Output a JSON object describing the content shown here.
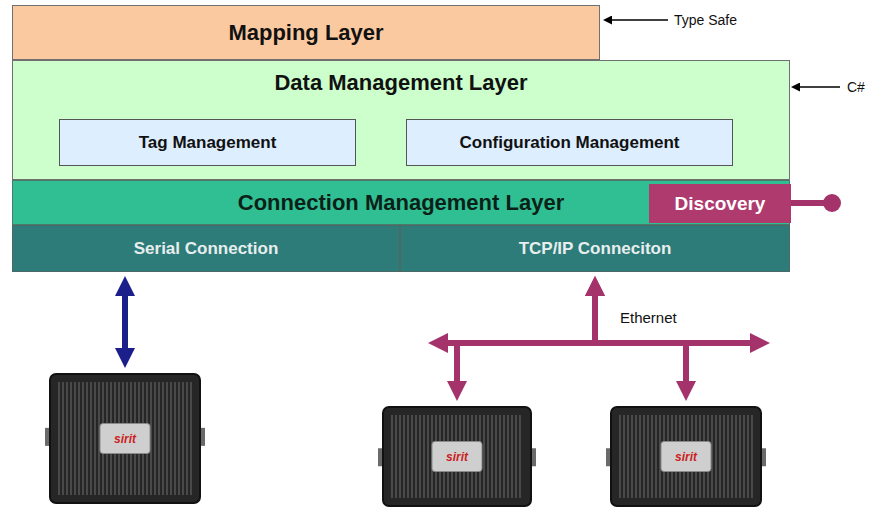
{
  "diagram": {
    "nodes": [
      {
        "text": [
          "Mapping Layer"
        ]
      },
      {
        "text": [
          "Data Management Layer"
        ]
      },
      {
        "text": [
          "Tag Management"
        ],
        "in": 1
      },
      {
        "text": [
          "Configuration Management"
        ],
        "in": 1
      },
      {
        "text": [
          "Connection Management Layer"
        ]
      },
      {
        "text": [
          "Discovery"
        ],
        "in": 4
      },
      {
        "text": [
          "Serial Connection"
        ]
      },
      {
        "text": [
          "TCP/IP Conneciton"
        ]
      },
      {
        "text": [
          "sirit"
        ]
      },
      {
        "text": [
          "sirit"
        ]
      },
      {
        "text": [
          "sirit"
        ]
      }
    ],
    "edges": [
      {
        "from": 6,
        "to": 8,
        "arrow": "both"
      },
      {
        "from": 7,
        "to": 9,
        "arrow": "both"
      },
      {
        "from": 7,
        "to": 10,
        "arrow": "both"
      }
    ],
    "labels": [
      "Type Safe",
      "C#",
      "Ethernet"
    ]
  }
}
